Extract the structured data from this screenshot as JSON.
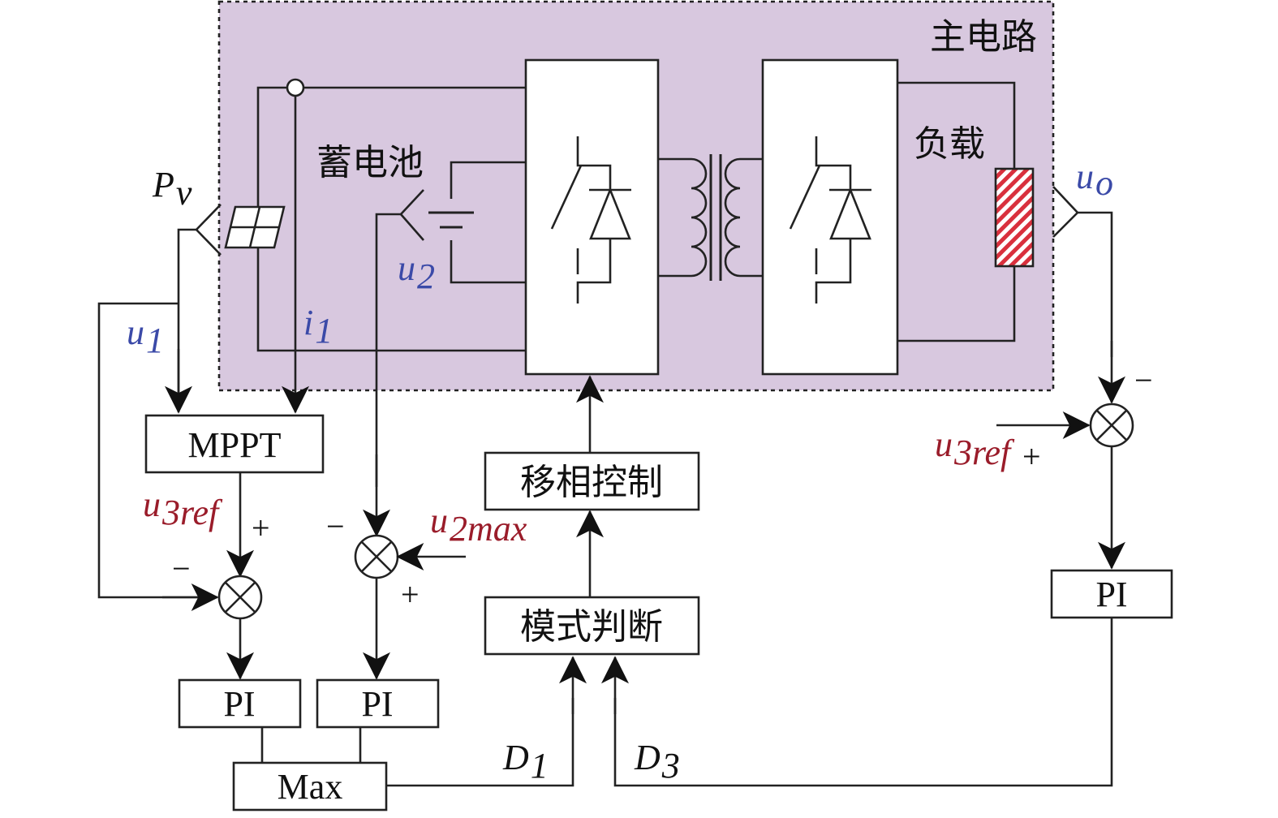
{
  "main_circuit": {
    "title": "主电路",
    "battery_label": "蓄电池",
    "load_label": "负载",
    "fill_color": "#d8c8df"
  },
  "blocks": {
    "mppt": "MPPT",
    "pi_left": "PI",
    "pi_mid": "PI",
    "pi_right": "PI",
    "max": "Max",
    "phase_shift": "移相控制",
    "mode_judge": "模式判断"
  },
  "signals": {
    "pv": {
      "main": "P",
      "sub": "v"
    },
    "u1": {
      "main": "u",
      "sub": "1"
    },
    "i1": {
      "main": "i",
      "sub": "1"
    },
    "u2": {
      "main": "u",
      "sub": "2"
    },
    "uo": {
      "main": "u",
      "sub": "o"
    },
    "u3ref_left": {
      "main": "u",
      "sub": "3ref"
    },
    "u3ref_right": {
      "main": "u",
      "sub": "3ref"
    },
    "u2max": {
      "main": "u",
      "sub": "2max"
    },
    "d1": {
      "main": "D",
      "sub": "1"
    },
    "d3": {
      "main": "D",
      "sub": "3"
    }
  },
  "signs": {
    "plus": "+",
    "minus": "−"
  },
  "colors": {
    "blue_signal": "#3b4aa8",
    "red_signal": "#9a1c2a",
    "line": "#222222"
  }
}
